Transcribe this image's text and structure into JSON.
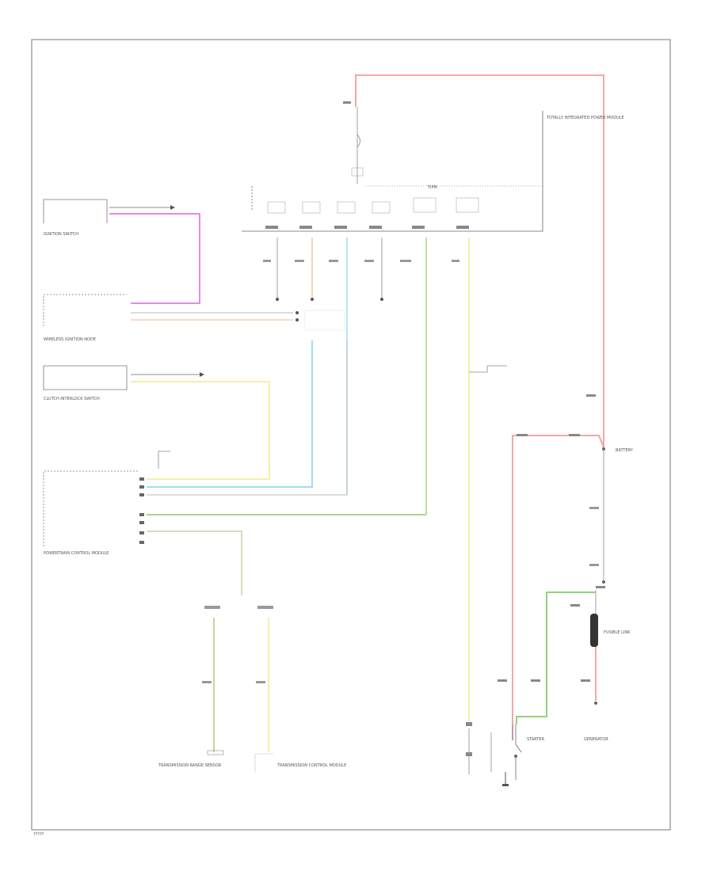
{
  "figure_id": "?????",
  "components": {
    "starter": "STARTER",
    "generator": "GENERATOR",
    "battery": "BATTERY",
    "fusible_link": "FUSIBLE LINK",
    "totally_integrated_power_module": "TOTALLY INTEGRATED POWER MODULE",
    "ignition_switch": "IGNITION SWITCH",
    "wireless_ignition_node": "WIRELESS IGNITION NODE",
    "clutch_interlock_switch": "CLUTCH INTERLOCK SWITCH",
    "powertrain_control_module": "POWERTRAIN CONTROL MODULE",
    "transmission_range_sensor": "TRANSMISSION RANGE SENSOR",
    "transmission_control_module": "TRANSMISSION CONTROL MODULE"
  },
  "wire_colors": {
    "battery_feed": "#f4a7a7",
    "ignition_switch_sense": "#e58ae8",
    "crank_output": "#9ee0ee",
    "crank_input": "#f0c8a0",
    "clutch_signal": "#f3f0a8",
    "starter_relay_output": "#a8d48c",
    "starter_control": "#f3f0a8",
    "transmission_signal_1": "#c9d4a0",
    "transmission_signal_2": "#f3f0a8",
    "generator_feed": "#8fd47a",
    "ground": "#888888"
  }
}
